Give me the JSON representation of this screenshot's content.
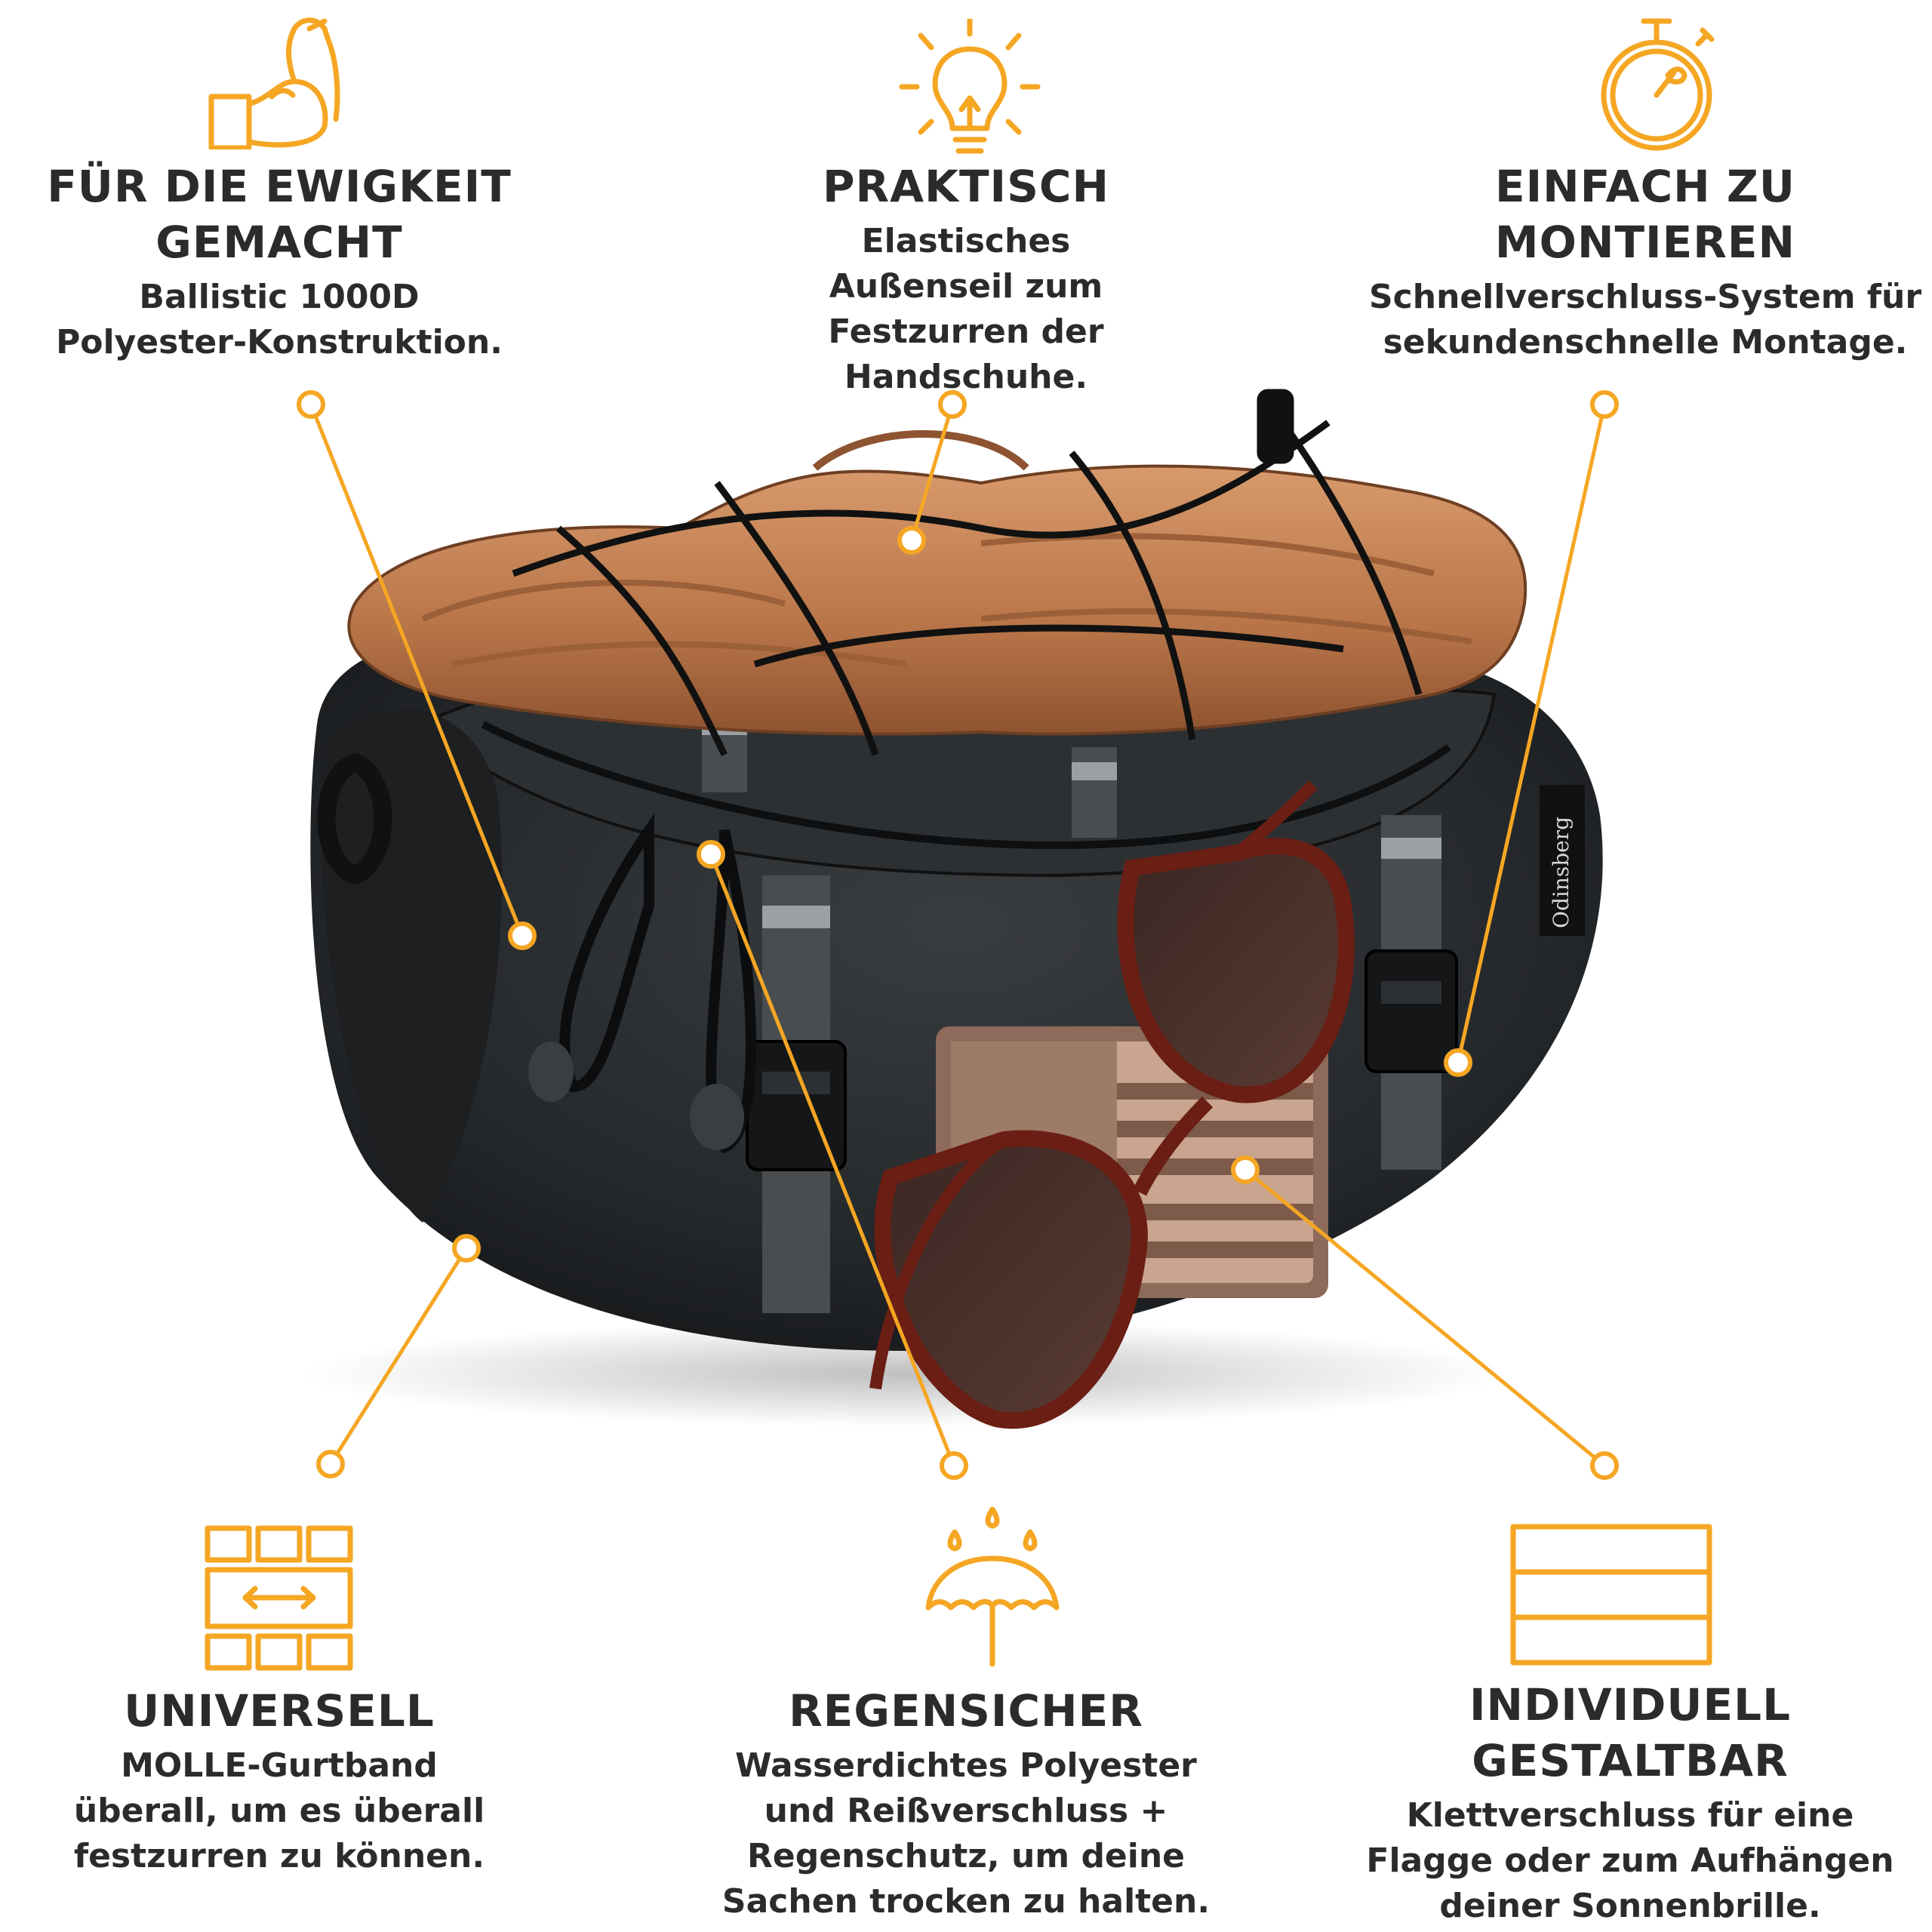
{
  "accent_color": "#F5A623",
  "features": {
    "ewigkeit": {
      "title": "FÜR DIE EWIGKEIT GEMACHT",
      "text": "Ballistic 1000D Polyester-Konstruktion.",
      "icon": "flexed-arm-icon"
    },
    "praktisch": {
      "title": "PRAKTISCH",
      "text": "Elastisches Außenseil zum Festzurren der Handschuhe.",
      "icon": "lightbulb-icon"
    },
    "montieren": {
      "title": "EINFACH ZU MONTIEREN",
      "text": "Schnellverschluss-System für sekundenschnelle Montage.",
      "icon": "stopwatch-icon"
    },
    "universell": {
      "title": "UNIVERSELL",
      "text": "MOLLE-Gurtband überall, um es überall festzurren zu können.",
      "icon": "molle-grid-icon"
    },
    "regensicher": {
      "title": "REGENSICHER",
      "text": "Wasserdichtes Polyester und Reißverschluss + Regenschutz, um deine Sachen trocken zu halten.",
      "icon": "umbrella-rain-icon"
    },
    "individuell": {
      "title": "INDIVIDUELL GESTALTBAR",
      "text": "Klettverschluss für eine Flagge oder zum Aufhängen deiner Sonnenbrille.",
      "icon": "flag-icon"
    }
  },
  "product": {
    "brand_label": "Odinsberg",
    "description_icons": [
      "gloves",
      "bungee-cord",
      "sunglasses",
      "us-flag-patch",
      "buckle"
    ]
  }
}
